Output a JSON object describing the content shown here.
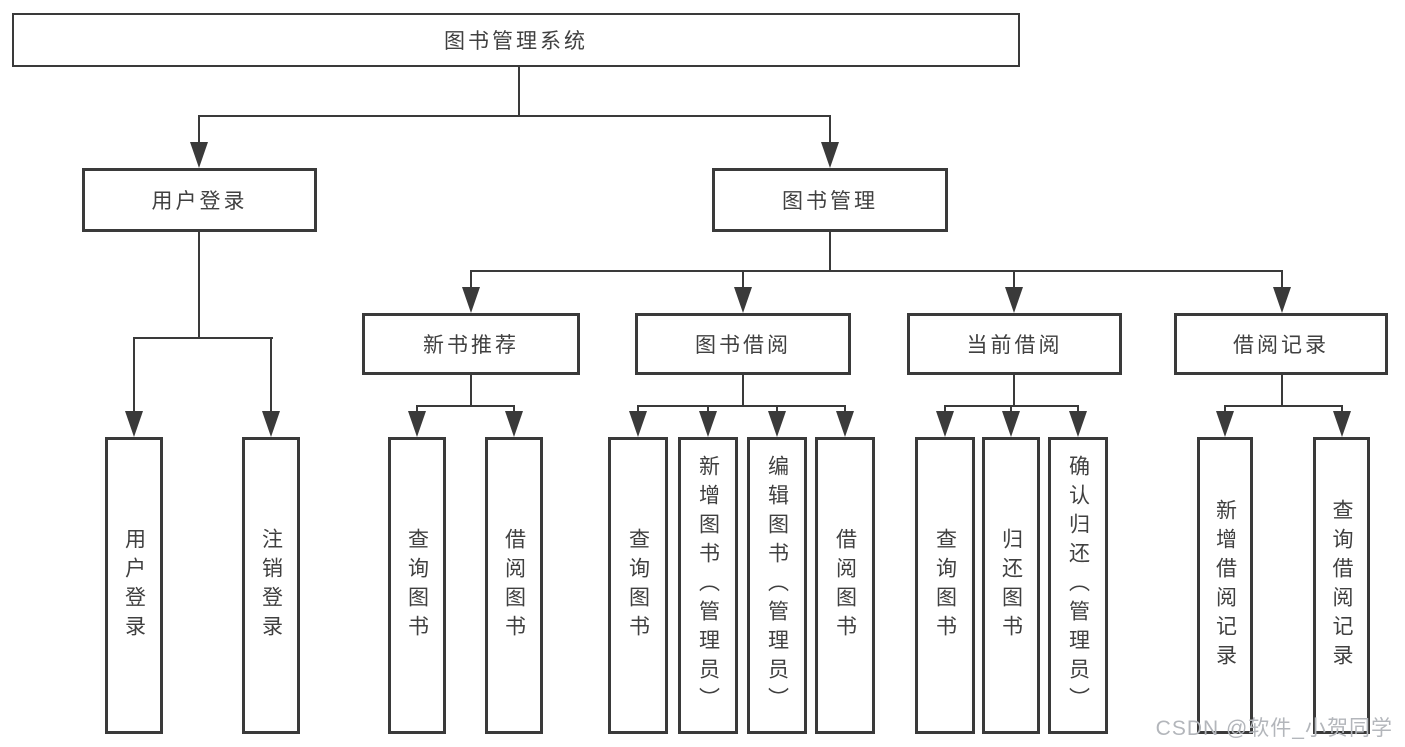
{
  "tree": {
    "root": {
      "label": "图书管理系统",
      "children": [
        {
          "label": "用户登录",
          "children": [
            {
              "label": "用户登录"
            },
            {
              "label": "注销登录"
            }
          ]
        },
        {
          "label": "图书管理",
          "children": [
            {
              "label": "新书推荐",
              "children": [
                {
                  "label": "查询图书"
                },
                {
                  "label": "借阅图书"
                }
              ]
            },
            {
              "label": "图书借阅",
              "children": [
                {
                  "label": "查询图书"
                },
                {
                  "label": "新增图书（管理员）"
                },
                {
                  "label": "编辑图书（管理员）"
                },
                {
                  "label": "借阅图书"
                }
              ]
            },
            {
              "label": "当前借阅",
              "children": [
                {
                  "label": "查询图书"
                },
                {
                  "label": "归还图书"
                },
                {
                  "label": "确认归还（管理员）"
                }
              ]
            },
            {
              "label": "借阅记录",
              "children": [
                {
                  "label": "新增借阅记录"
                },
                {
                  "label": "查询借阅记录"
                }
              ]
            }
          ]
        }
      ]
    }
  },
  "watermark": {
    "text": "CSDN @软件_小贺同学",
    "color": "#b3b6bb"
  },
  "colors": {
    "line": "#3a3a3a",
    "text": "#404040",
    "box_background": "#ffffff",
    "page_background": "#ffffff"
  }
}
